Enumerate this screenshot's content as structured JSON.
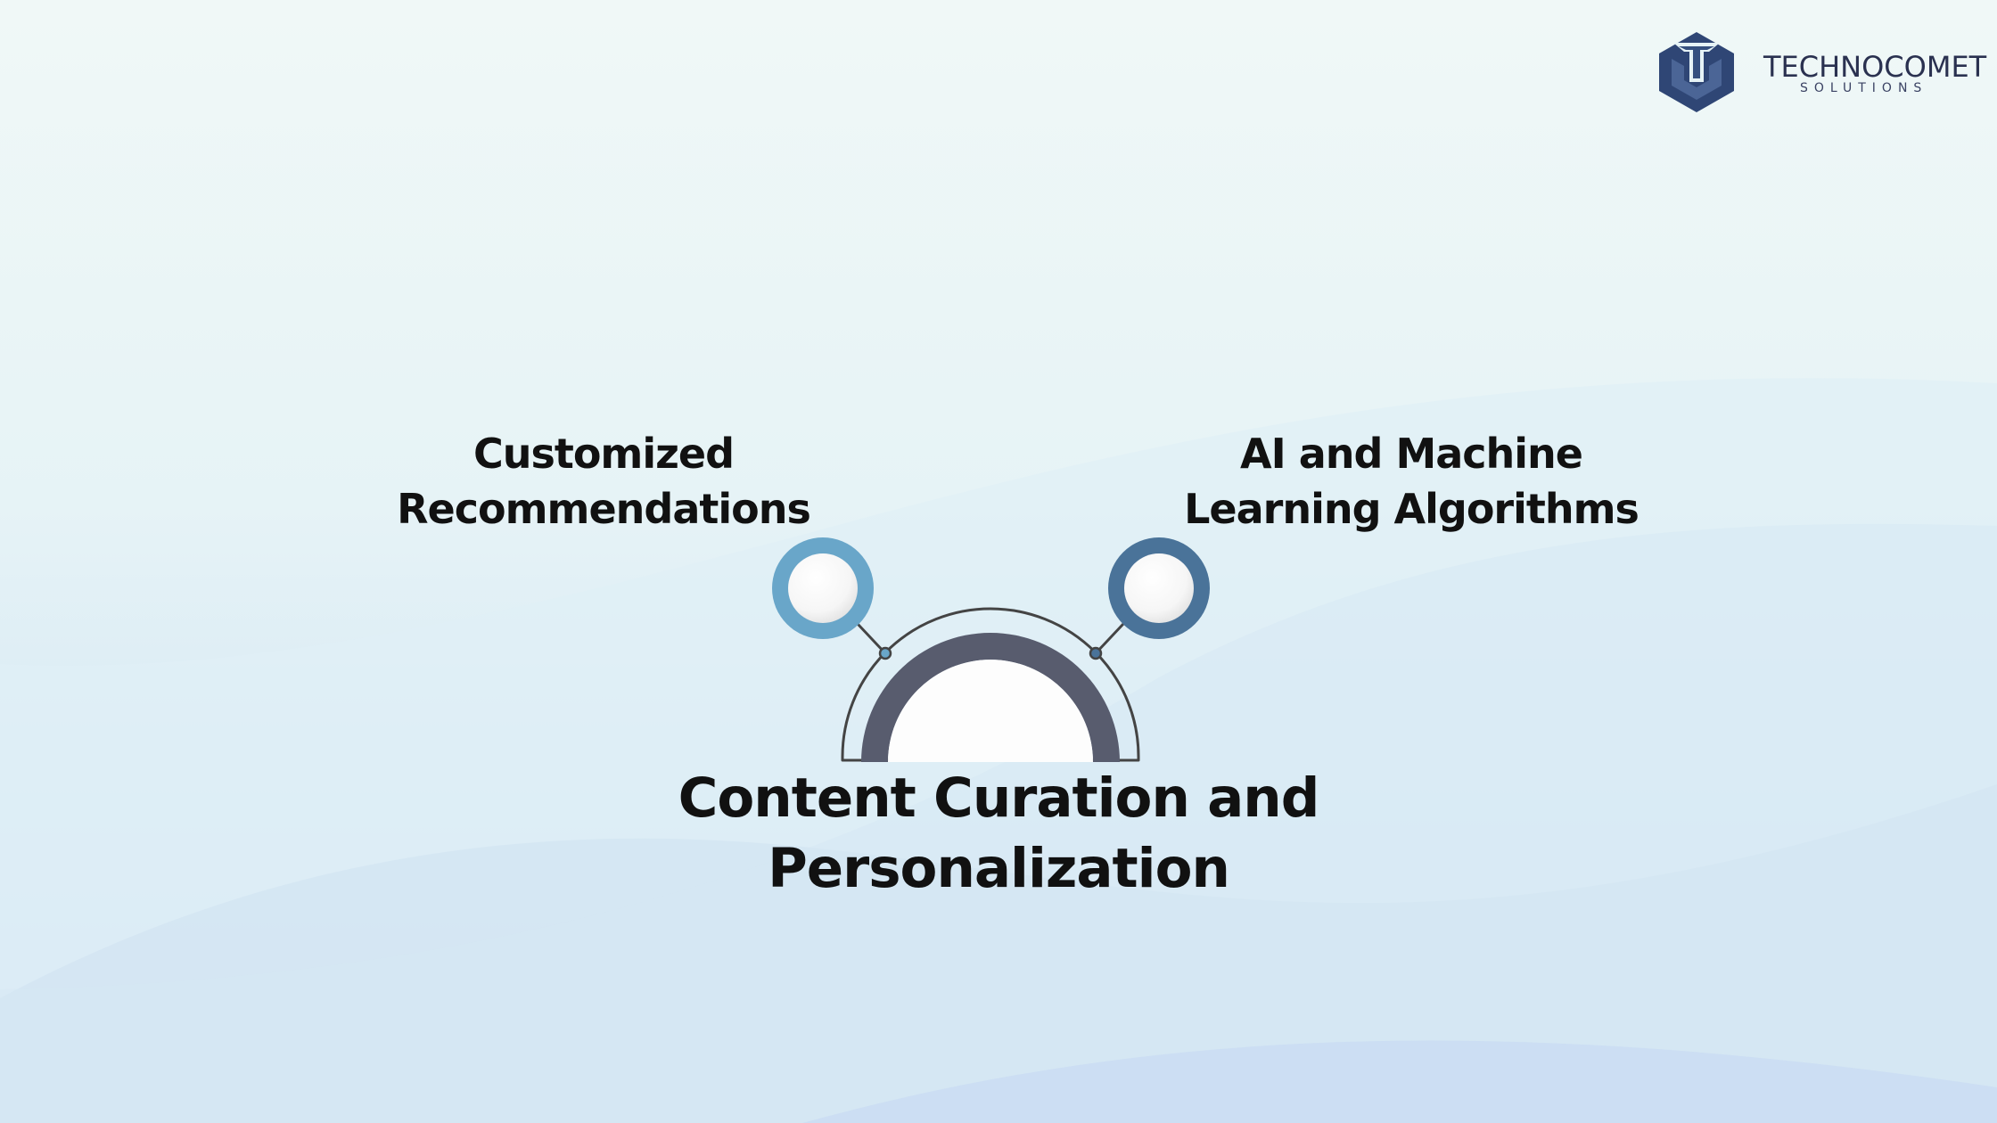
{
  "brand": {
    "name": "TECHNOCOMET",
    "tagline": "SOLUTIONS"
  },
  "diagram": {
    "title": "Content Curation and Personalization",
    "title_lines": [
      "Content Curation and",
      "Personalization"
    ],
    "nodes": [
      {
        "label_lines": [
          "Customized",
          "Recommendations"
        ],
        "color": "#69a6c9"
      },
      {
        "label_lines": [
          "AI and Machine",
          "Learning Algorithms"
        ],
        "color": "#4a7399"
      }
    ],
    "arc_color": "#585c6e"
  }
}
